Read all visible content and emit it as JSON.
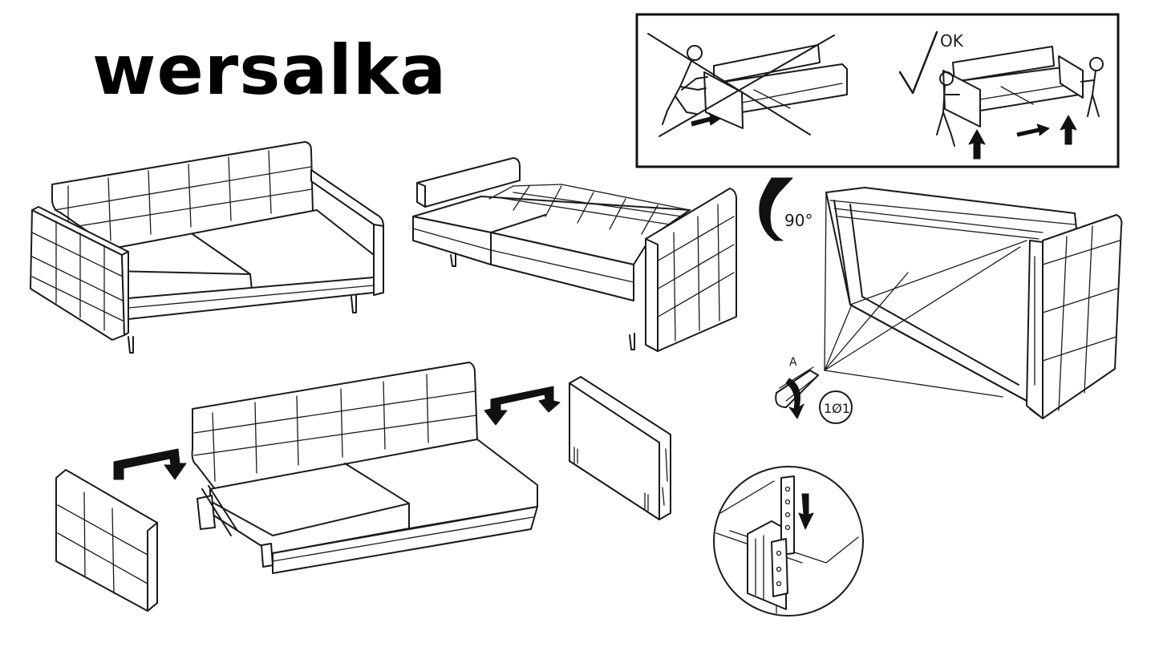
{
  "title": "wersalka",
  "labels": {
    "ok": "OK",
    "angle": "90°",
    "part": "A",
    "qty": "1Ø1"
  },
  "icons": [
    "sofa-assembled-icon",
    "sofa-bed-open-icon",
    "sofa-disassembled-icon",
    "armrest-icon",
    "bracket-detail-icon",
    "rotate-arrow-icon",
    "wrong-lift-icon",
    "correct-lift-icon",
    "screw-icon"
  ],
  "colors": {
    "ink": "#1a1a1a",
    "background": "#ffffff"
  }
}
